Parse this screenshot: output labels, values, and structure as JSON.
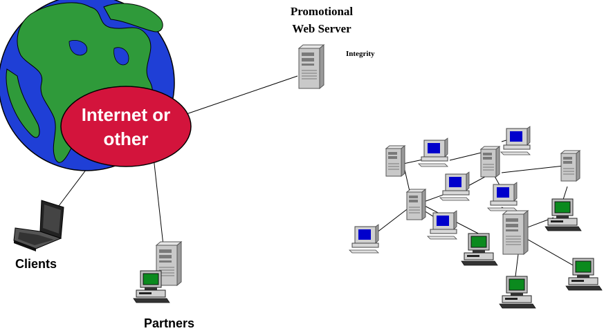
{
  "cloud": {
    "line1": "Internet or",
    "line2": "other"
  },
  "web_server": {
    "title_line1": "Promotional",
    "title_line2": "Web Server",
    "tag": "Integrity"
  },
  "clients": {
    "label": "Clients"
  },
  "partners": {
    "label": "Partners"
  },
  "colors": {
    "ocean": "#1f3fd6",
    "land": "#2f9a3a",
    "cloud": "#d3143c",
    "monitor_blue": "#0000cc",
    "monitor_green": "#0b8a1e",
    "case": "#c8c8c8"
  },
  "icons": [
    "globe-icon",
    "laptop-icon",
    "server-icon",
    "workstation-icon",
    "desktop-icon"
  ]
}
